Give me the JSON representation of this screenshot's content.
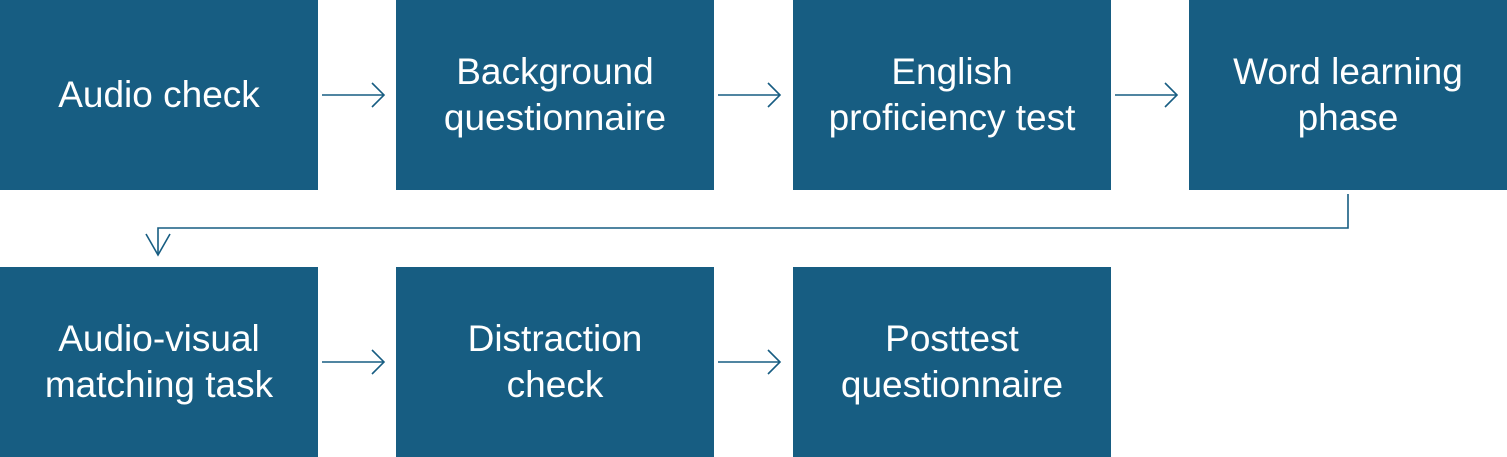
{
  "colors": {
    "box_fill": "#175d82",
    "box_text": "#ffffff",
    "arrow": "#175d82",
    "background": "#ffffff"
  },
  "steps": [
    {
      "label": "Audio check"
    },
    {
      "label": "Background\nquestionnaire"
    },
    {
      "label": "English\nproficiency test"
    },
    {
      "label": "Word learning\nphase"
    },
    {
      "label": "Audio-visual\nmatching task"
    },
    {
      "label": "Distraction\ncheck"
    },
    {
      "label": "Posttest\nquestionnaire"
    }
  ],
  "connections": [
    {
      "from": "Audio check",
      "to": "Background questionnaire"
    },
    {
      "from": "Background questionnaire",
      "to": "English proficiency test"
    },
    {
      "from": "English proficiency test",
      "to": "Word learning phase"
    },
    {
      "from": "Word learning phase",
      "to": "Audio-visual matching task"
    },
    {
      "from": "Audio-visual matching task",
      "to": "Distraction check"
    },
    {
      "from": "Distraction check",
      "to": "Posttest questionnaire"
    }
  ]
}
